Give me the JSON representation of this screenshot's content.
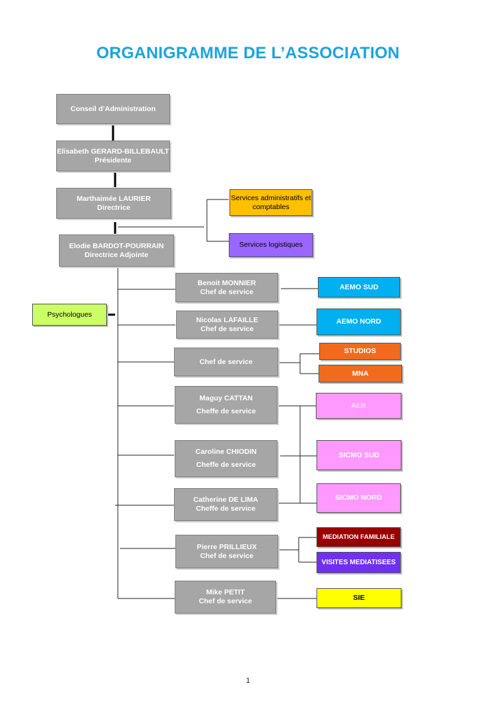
{
  "title": "ORGANIGRAMME DE L’ASSOCIATION",
  "conseil": "Conseil  d’Administration",
  "president": {
    "name": "Elisabeth GERARD-BILLEBAULT",
    "role": "Présidente"
  },
  "directrice": {
    "name": "Marthaimée LAURIER",
    "role": "Directrice"
  },
  "adjointe": {
    "name": "Elodie BARDOT-POURRAIN",
    "role": "Directrice  Adjointe"
  },
  "services_admin": "Services administratifs et comptables",
  "services_logistiques": "Services logistiques",
  "psychologues": "Psychologues",
  "chefs": [
    {
      "name": "Benoit MONNIER",
      "role": "Chef de service"
    },
    {
      "name": "Nicolas LAFAILLE",
      "role": "Chef de service"
    },
    {
      "name": "",
      "role": "Chef de service"
    },
    {
      "name": "Maguy CATTAN",
      "role": "Cheffe de service"
    },
    {
      "name": "Caroline CHIODIN",
      "role": "Cheffe de service"
    },
    {
      "name": "Catherine DE  LIMA",
      "role": "Cheffe de service"
    },
    {
      "name": "Pierre PRILLIEUX",
      "role": "Chef de service"
    },
    {
      "name": "Mike PETIT",
      "role": "Chef de service"
    }
  ],
  "services": {
    "aemo_sud": "AEMO  SUD",
    "aemo_nord": "AEMO NORD",
    "studios": "STUDIOS",
    "mna": "MNA",
    "aer": "AER",
    "sicmo_sud": "SICMO  SUD",
    "sicmo_nord": "SICMO  NORD",
    "mediation": "MEDIATION FAMILIALE",
    "visites": "VISITES MEDIATISEES",
    "sie": "SIE"
  },
  "colors": {
    "title": "#1ca3dc",
    "grey_box": "#a6a6a6",
    "aemo": "#00b0f0",
    "orange": "#f26b1d",
    "pink": "#ff99ff",
    "dark_red": "#990000",
    "purple": "#7030f0",
    "yellow": "#ffff00",
    "lime": "#ccff66",
    "admin_orange": "#ffc000",
    "logistics_violet": "#9966ff"
  },
  "page_number": "1"
}
